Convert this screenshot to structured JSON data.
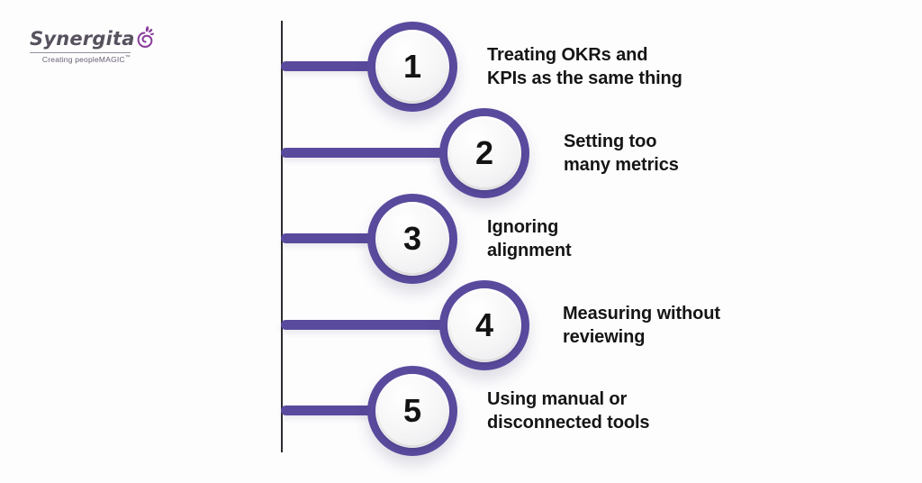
{
  "logo": {
    "brand": "Synergita",
    "tagline": "Creating peopleMAGIC",
    "trademark": "™"
  },
  "colors": {
    "accent": "#5a4a9d",
    "timeline": "#2c2c31",
    "text": "#151515",
    "background": "#fdfdfe",
    "brand-text": "#57525e",
    "brand-icon": "#8b3f9c",
    "divider": "#95909b",
    "tagline-text": "#675d72",
    "number": "#131313"
  },
  "items": [
    {
      "number": "1",
      "label_line1": "Treating OKRs and",
      "label_line2": "KPIs as the same thing"
    },
    {
      "number": "2",
      "label_line1": "Setting too",
      "label_line2": "many metrics"
    },
    {
      "number": "3",
      "label_line1": "Ignoring",
      "label_line2": "alignment"
    },
    {
      "number": "4",
      "label_line1": "Measuring without",
      "label_line2": "reviewing"
    },
    {
      "number": "5",
      "label_line1": "Using manual or",
      "label_line2": "disconnected tools"
    }
  ]
}
